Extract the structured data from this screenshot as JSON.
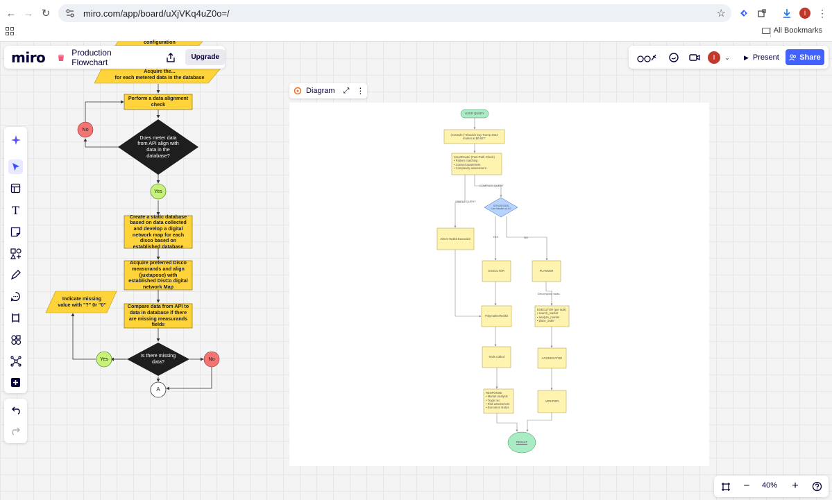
{
  "browser": {
    "url": "miro.com/app/board/uXjVKq4uZ0o=/",
    "bookmarks_label": "All Bookmarks",
    "profile_initial": "I"
  },
  "board": {
    "logo": "miro",
    "title": "Production Flowchart",
    "upgrade_label": "Upgrade",
    "present_label": "Present",
    "share_label": "Share",
    "user_initial": "I",
    "diagram_label": "Diagram",
    "zoom_level": "40%"
  },
  "flowchart": {
    "top_partial": "configuration",
    "acquire_partial": "Acquire the...\nfor each metered data in the database",
    "data_alignment": "Perform a data alignment check",
    "meter_question": "Does meter data from API align with data in the database?",
    "no_1": "No",
    "yes_1": "Yes",
    "static_db": "Create a static database based on data collected and develop a digital network map for each disco based on established database",
    "acquire_disco": "Acquire preferred Disco measurands and align (juxtapose) with established DisCo digital network Map",
    "compare": "Compare data from API to data in database if there are missing measurands fields",
    "missing_question": "Is there missing data?",
    "yes_2": "Yes",
    "no_2": "No",
    "indicate_missing": "Indicate missing value with \"?\" 0r \"0\"",
    "connector": "A"
  },
  "diagram": {
    "user_query": "USER QUERY",
    "example": "(example) \"Should I buy Trump 2024 market at $0.60?\"",
    "smart_router": "SmartRouter (Fast-Path Check)\n• Pattern matching\n• Context awareness\n• Complexity assessment",
    "complex_query": "COMPLEX QUERY",
    "simple_query": "SIMPLE QUERY",
    "strategies": "STRATEGIES\nCan handle as-is?",
    "yes": "YES",
    "no": "NO",
    "direct_toolkit": "Direct Toolkit Execution",
    "executor": "EXECUTOR",
    "planner": "PLANNER",
    "decompose": "Decompose tasks",
    "polymarket": "PolymarketToolkit",
    "executor_per_task": "EXECUTOR (per task)\n• search_market\n• analyze_market\n• place_order",
    "tools_called": "Tools Called",
    "aggregator": "AGGREGATOR",
    "response": "RESPONSE\n• Market analysis\n• Trade rec\n• Risk assessment\n• Execution status",
    "verifier": "VERIFIER",
    "result": "RESULT"
  },
  "colors": {
    "accent": "#4262ff",
    "yellow": "#ffd43b",
    "diamond": "#1e1e1e",
    "red": "#f47373",
    "green": "#c6f27a",
    "dg_yellow": "#fff3b0",
    "dg_green": "#a8ecc4",
    "dg_blue": "#b7d3ff"
  }
}
